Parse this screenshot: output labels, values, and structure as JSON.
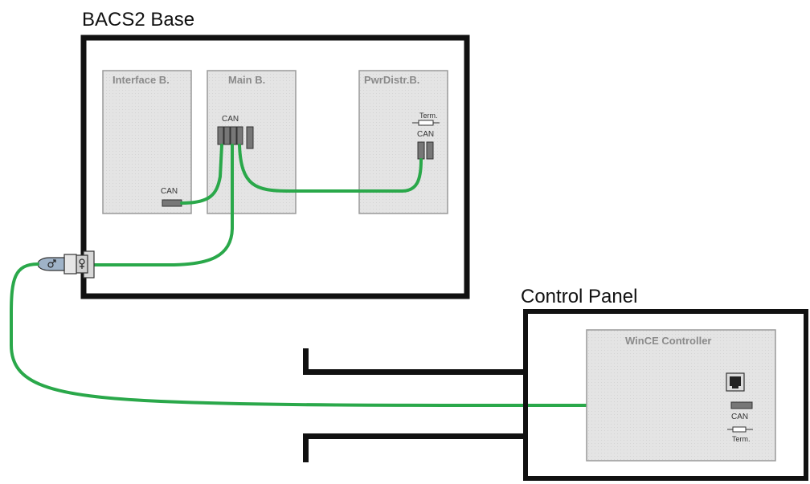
{
  "base": {
    "title": "BACS2 Base",
    "boards": {
      "interface": "Interface B.",
      "main": "Main B.",
      "pwrdistr": "PwrDistr.B."
    },
    "labels": {
      "interface_can": "CAN",
      "main_can": "CAN",
      "pwr_term": "Term.",
      "pwr_can": "CAN"
    }
  },
  "panel": {
    "title": "Control Panel",
    "controller": "WinCE Controller",
    "labels": {
      "can": "CAN",
      "term": "Term."
    }
  },
  "colors": {
    "cable": "#2aa84a",
    "board_fill": "#e3e3e3",
    "border": "#111111"
  }
}
